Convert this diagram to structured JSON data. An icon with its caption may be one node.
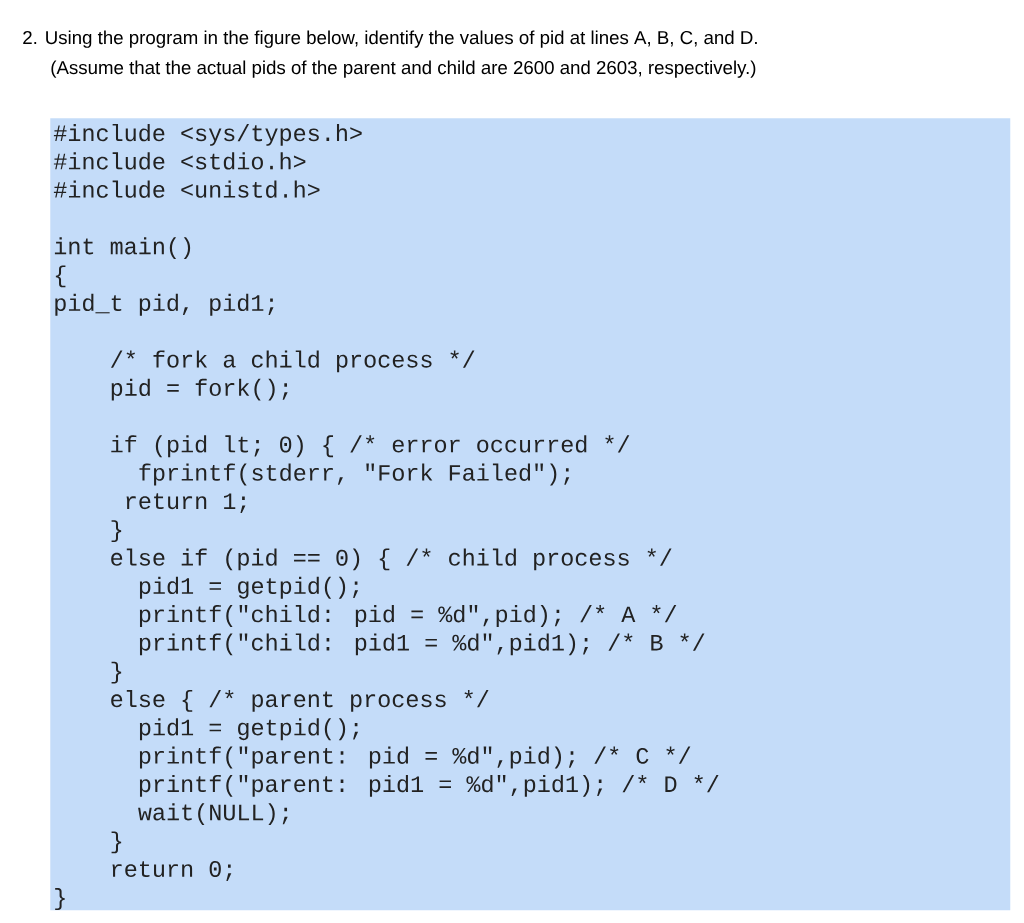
{
  "diagram": {
    "title": "2. Using the program in the figure below, identify the values of pid at lines A, B, C, and D.",
    "nodes": [
      {
        "text": [
          "#include <sys/types.h>",
          "#include <stdio.h>",
          "#include <unistd.h>",
          "int main()",
          "{",
          "pid_t pid, pid1;",
          "/* fork a child process */",
          "pid = fork();",
          "if (pid lt; 0) { /* error occurred */",
          "fprintf(stderr, \"Fork Failed\");",
          "return 1;",
          "}",
          "else if (pid == 0) { /* child process */",
          "pid1 = getpid();",
          "printf(\"child: pid = %d\",pid); /* A */",
          "printf(\"child: pid1 = %d\",pid1); /* B */",
          "}",
          "else { /* parent process */",
          "pid1 = getpid();",
          "printf(\"parent: pid = %d\",pid); /* C */",
          "printf(\"parent: pid1 = %d\",pid1); /* D */",
          "wait(NULL);",
          "}",
          "return 0;",
          "}"
        ]
      }
    ],
    "labels": [
      "(Assume that the actual pids of the parent and child are 2600 and 2603, respectively.)"
    ]
  }
}
